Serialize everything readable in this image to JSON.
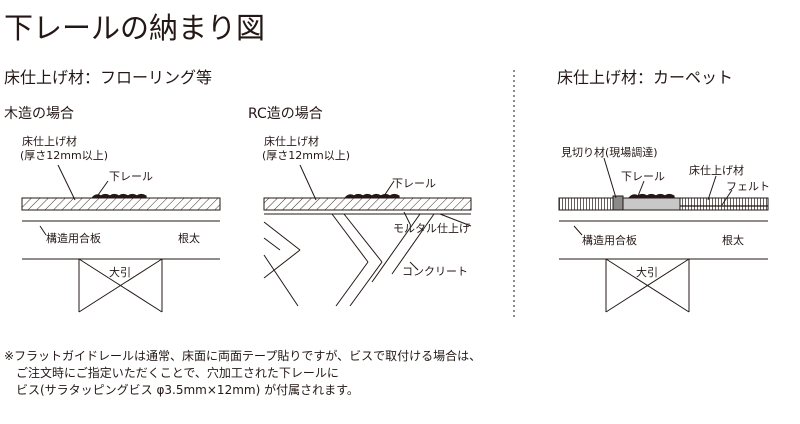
{
  "title": "下レールの納まり図",
  "sections": {
    "flooring": "床仕上げ材：フローリング等",
    "carpet": "床仕上げ材：カーペット"
  },
  "wood": {
    "heading": "木造の場合",
    "floor_material": "床仕上げ材",
    "thickness": "(厚さ12mm以上)",
    "lower_rail": "下レール",
    "plywood": "構造用合板",
    "joist": "根太",
    "beam": "大引"
  },
  "rc": {
    "heading": "RC造の場合",
    "floor_material": "床仕上げ材",
    "thickness": "(厚さ12mm以上)",
    "lower_rail": "下レール",
    "mortar": "モルタル仕上げ",
    "concrete": "コンクリート"
  },
  "carpet": {
    "parting": "見切り材(現場調達)",
    "lower_rail": "下レール",
    "floor_material": "床仕上げ材",
    "felt": "フェルト",
    "plywood": "構造用合板",
    "joist": "根太",
    "beam": "大引"
  },
  "notes": [
    "※フラットガイドレールは通常、床面に両面テープ貼りですが、ビスで取付ける場合は、",
    "ご注文時にご指定いただくことで、穴加工された下レールに",
    "ビス(サラタッピングビス φ3.5mm×12mm) が付属されます。"
  ]
}
